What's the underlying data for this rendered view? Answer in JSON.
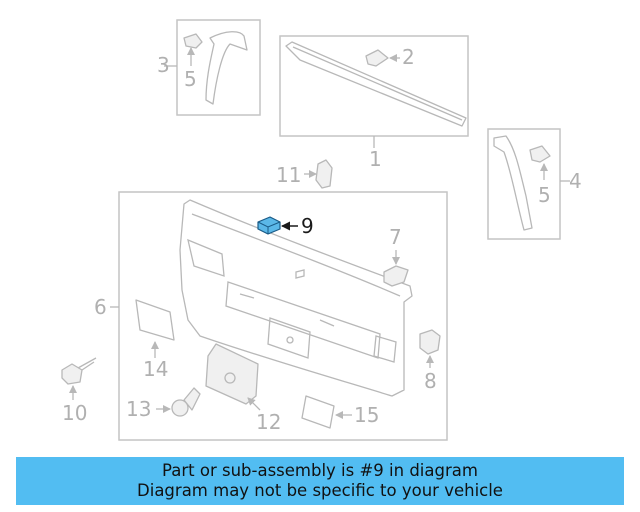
{
  "callouts": {
    "c1": "1",
    "c2": "2",
    "c3": "3",
    "c4": "4",
    "c5a": "5",
    "c5b": "5",
    "c6": "6",
    "c7": "7",
    "c8": "8",
    "c9": "9",
    "c10": "10",
    "c11": "11",
    "c12": "12",
    "c13": "13",
    "c14": "14",
    "c15": "15"
  },
  "banner": {
    "line1": "Part or sub-assembly is #9 in diagram",
    "line2": "Diagram may not be specific to your vehicle"
  },
  "colors": {
    "banner_bg": "#52bdf2",
    "highlight": "#5bb8e8",
    "line_gray": "#b8b8b8"
  }
}
